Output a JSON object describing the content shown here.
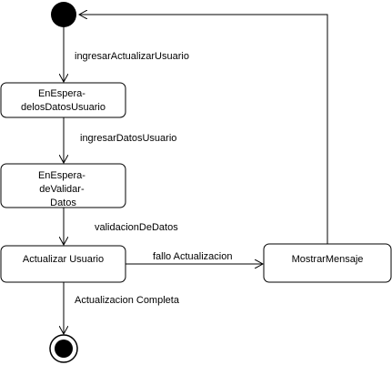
{
  "diagram": {
    "type": "state-machine",
    "colors": {
      "stroke": "#000000",
      "fill": "#ffffff",
      "initial": "#000000"
    },
    "nodes": {
      "initial": {
        "kind": "initial-state"
      },
      "en_espera_datos_usuario": {
        "lines": [
          "EnEspera-",
          "delosDatosUsuario"
        ]
      },
      "en_espera_validar_datos": {
        "lines": [
          "EnEspera-",
          "deValidar-",
          "Datos"
        ]
      },
      "actualizar_usuario": {
        "lines": [
          "Actualizar Usuario"
        ]
      },
      "mostrar_mensaje": {
        "lines": [
          "MostrarMensaje"
        ]
      },
      "final": {
        "kind": "final-state"
      }
    },
    "edges": {
      "e1": {
        "label": "ingresarActualizarUsuario"
      },
      "e2": {
        "label": "ingresarDatosUsuario"
      },
      "e3": {
        "label": "validacionDeDatos"
      },
      "e4": {
        "label": "fallo Actualizacion"
      },
      "e5": {
        "label": "Actualizacion Completa"
      },
      "e6": {
        "label": ""
      }
    }
  }
}
